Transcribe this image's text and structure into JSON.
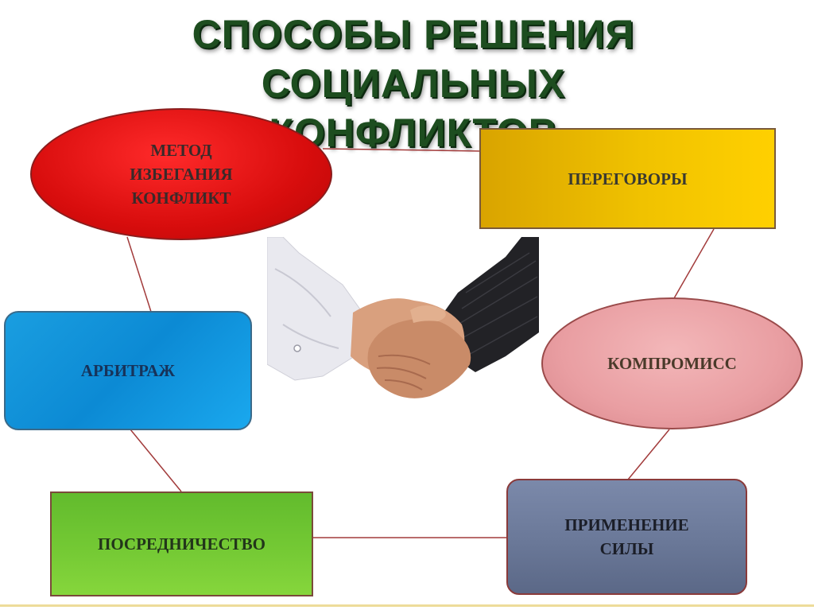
{
  "title": {
    "line1": "СПОСОБЫ РЕШЕНИЯ СОЦИАЛЬНЫХ",
    "line2": "КОНФЛИКТОВ"
  },
  "nodes": {
    "avoidance": {
      "lines": [
        "МЕТОД",
        "ИЗБЕГАНИЯ",
        "КОНФЛИКТ"
      ],
      "color": "#d80d0d"
    },
    "negotiations": {
      "lines": [
        "ПЕРЕГОВОРЫ"
      ],
      "color": "#f0c200"
    },
    "compromise": {
      "lines": [
        "КОМПРОМИСС"
      ],
      "color": "#e99ea2"
    },
    "arbitration": {
      "lines": [
        "АРБИТРАЖ"
      ],
      "color": "#0c8ad4"
    },
    "mediation": {
      "lines": [
        "ПОСРЕДНИЧЕСТВО"
      ],
      "color": "#74c934"
    },
    "force": {
      "lines": [
        "ПРИМЕНЕНИЕ",
        "СИЛЫ"
      ],
      "color": "#6a7898"
    }
  },
  "image": {
    "icon": "handshake-image"
  },
  "colors": {
    "title": "#1d4d1f",
    "connector": "#a23b3b"
  }
}
